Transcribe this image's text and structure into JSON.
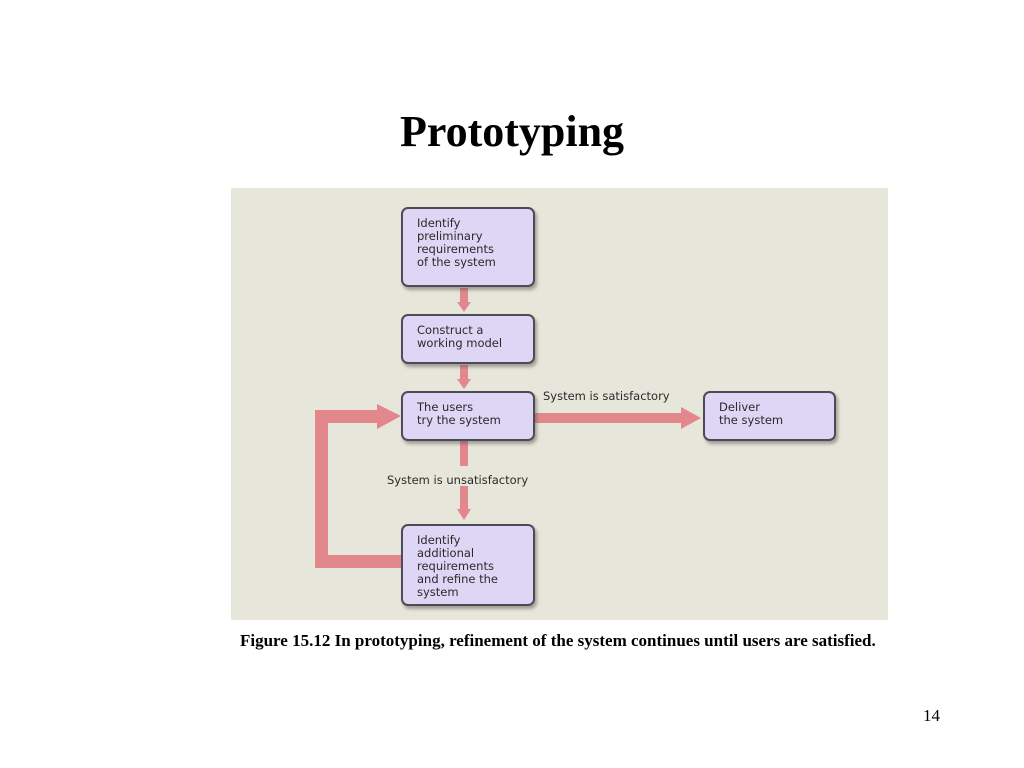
{
  "slide": {
    "title": "Prototyping",
    "caption": "Figure 15.12 In prototyping, refinement of the system continues until users are satisfied.",
    "page_number": "14"
  },
  "diagram": {
    "nodes": {
      "identify_preliminary": "Identify\npreliminary\nrequirements\nof the system",
      "construct_model": "Construct a\nworking model",
      "users_try": "The users\ntry the system",
      "deliver": "Deliver\nthe system",
      "identify_additional": "Identify\nadditional\nrequirements\nand refine the\nsystem"
    },
    "edges": {
      "satisfactory": "System is satisfactory",
      "unsatisfactory": "System is unsatisfactory"
    },
    "colors": {
      "panel_background": "#e7e6da",
      "box_fill": "#ddd6f5",
      "box_border": "#4e4b58",
      "arrow": "#e2888c"
    }
  }
}
